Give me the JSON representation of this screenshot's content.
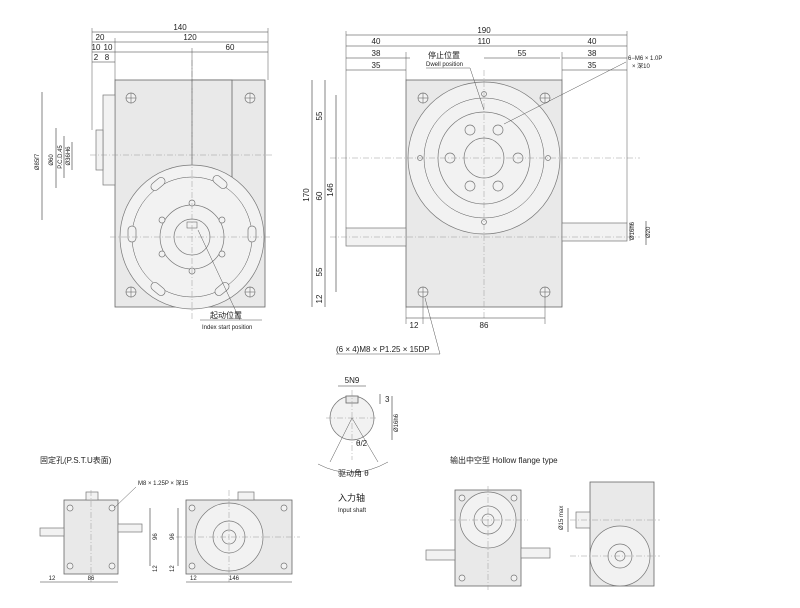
{
  "dims": {
    "d140": "140",
    "d20": "20",
    "d120": "120",
    "d10a": "10",
    "d10b": "10",
    "d2": "2",
    "d8": "8",
    "d60": "60",
    "d190": "190",
    "d40a": "40",
    "d110": "110",
    "d40b": "40",
    "d38a": "38",
    "d55t": "55",
    "d38b": "38",
    "d35a": "35",
    "d35b": "35",
    "d170": "170",
    "d55a": "55",
    "d60v": "60",
    "d146": "146",
    "d55b": "55",
    "d12v": "12",
    "d12h": "12",
    "d86": "86",
    "d5n9": "5N9",
    "d3": "3",
    "d16h6": "Ø16h6",
    "d16h6b": "Ø16h6",
    "d20v": "Ø20",
    "d85f7": "Ø85f7",
    "d60l": "Ø60",
    "d36h6": "Ø36H6",
    "pcd": "P.C.D.45",
    "s_d12a": "12",
    "s_d86": "86",
    "s_d96": "96",
    "s_d12b": "12",
    "s_d96b": "96",
    "s_d12c": "12",
    "s_d12d": "12",
    "s_d146": "146",
    "d15max": "Ø15 max"
  },
  "labels": {
    "dwell_cn": "停止位置",
    "dwell_en": "Dwell position",
    "index_cn": "起动位置",
    "index_en": "Index start position",
    "m6": "6−M6 × 1.0P",
    "m6b": "× 深10",
    "m8": "(6 × 4)M8 × P1.25 × 15DP",
    "theta2": "θ/2",
    "drive_angle": "驱动角 θ",
    "input_cn": "入力轴",
    "input_en": "Input shaft",
    "fix_hole": "固定孔(P.S.T.U表面)",
    "m8b": "M8 × 1.25P × 深15",
    "hollow": "输出中空型 Hollow flange type"
  }
}
